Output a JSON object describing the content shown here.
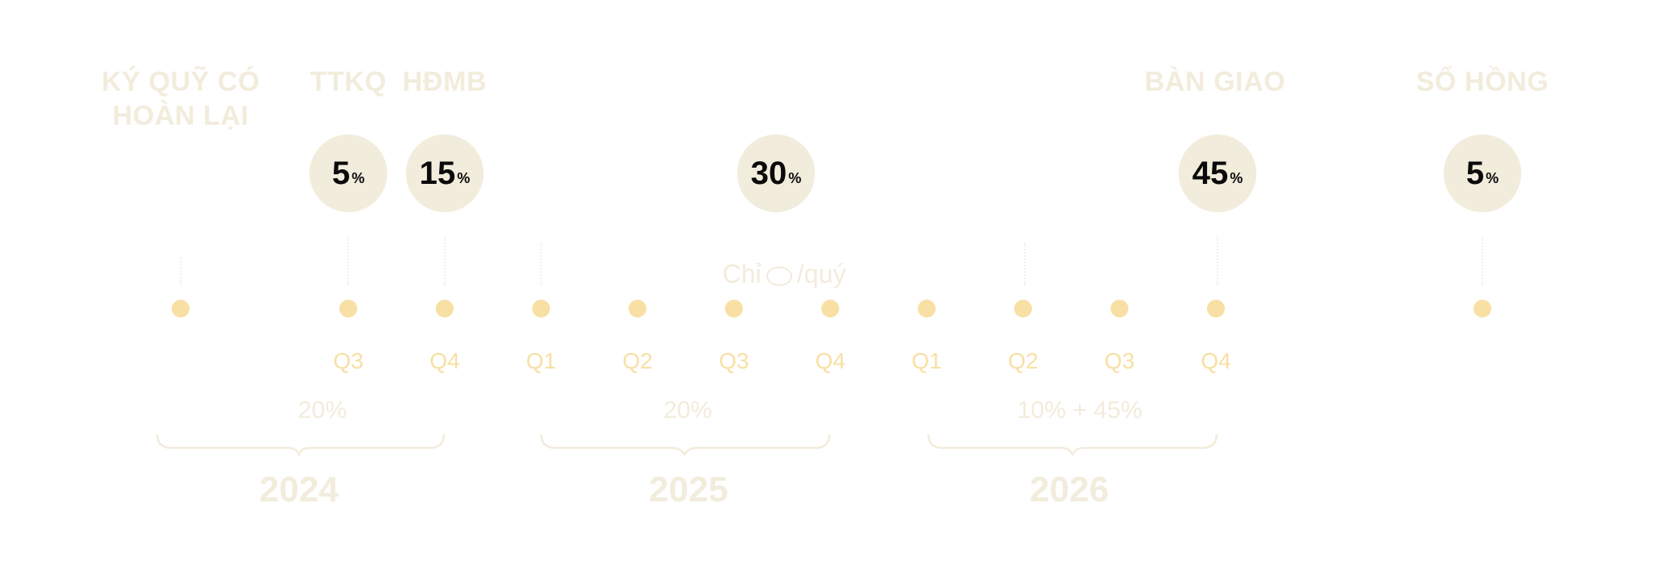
{
  "milestones": [
    {
      "label": "KÝ QUỸ CÓ HOÀN LẠI",
      "percent": ""
    },
    {
      "label": "TTKQ",
      "percent": "5"
    },
    {
      "label": "HĐMB",
      "percent": "15"
    },
    {
      "label": "",
      "percent": "30"
    },
    {
      "label": "BÀN GIAO",
      "percent": "45"
    },
    {
      "label": "SỔ HỒNG",
      "percent": "5"
    }
  ],
  "percent_unit": "%",
  "quarters": [
    "Q3",
    "Q4",
    "Q1",
    "Q2",
    "Q3",
    "Q4",
    "Q1",
    "Q2",
    "Q3",
    "Q4"
  ],
  "quarterly_note": {
    "prefix": "Chỉ",
    "suffix": "/quý"
  },
  "periods": [
    {
      "year": "2024",
      "percent": "20%"
    },
    {
      "year": "2025",
      "percent": "20%"
    },
    {
      "year": "2026",
      "percent": "10% + 45%"
    }
  ],
  "colors": {
    "dot": "#f8e0a4",
    "circle": "#f2ecdc",
    "faint_text": "#f2ecdc",
    "percent_text": "#0a0a0a"
  }
}
